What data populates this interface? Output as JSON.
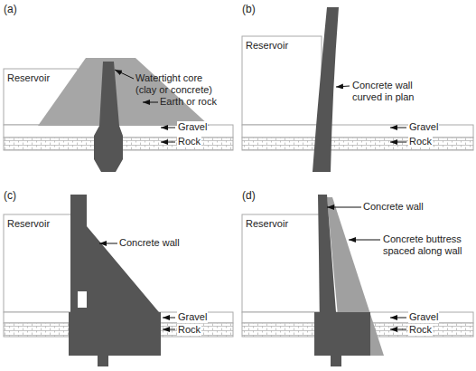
{
  "diagram": {
    "labels": [
      "(a)",
      "Reservoir",
      "Watertight core (clay or concrete)",
      "Earth or rock",
      "Gravel",
      "Rock",
      "(b)",
      "Reservoir",
      "Concrete wall curved in plan",
      "Gravel",
      "Rock",
      "(c)",
      "Reservoir",
      "Concrete wall",
      "Gravel",
      "Rock",
      "(d)",
      "Reservoir",
      "Concrete wall",
      "Concrete buttress spaced along wall",
      "Gravel",
      "Rock"
    ]
  }
}
